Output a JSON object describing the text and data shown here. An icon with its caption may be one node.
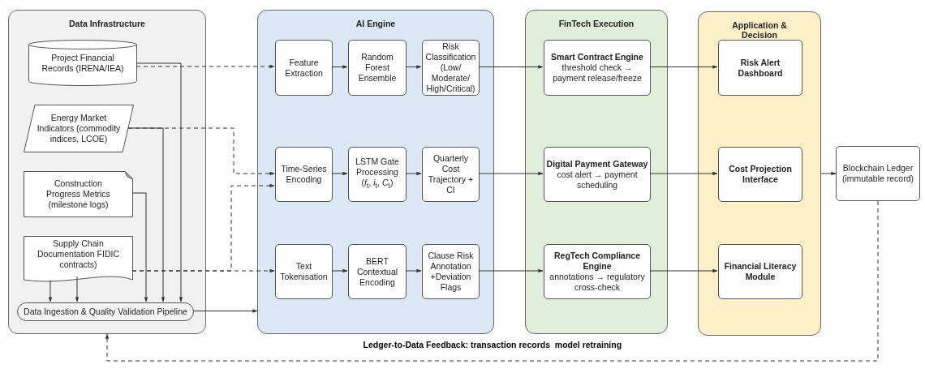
{
  "diagram": {
    "nodes": [
      {
        "text": [
          "Data Infrastructure"
        ]
      },
      {
        "text": [
          "Project Financial Records (IRENA/IEA)"
        ],
        "in": 0
      },
      {
        "text": [
          "Energy Market Indicators (commodity indices, LCOE)"
        ],
        "in": 0
      },
      {
        "text": [
          "Construction Progress Metrics (milestone logs)"
        ],
        "in": 0
      },
      {
        "text": [
          "Supply Chain Documentation FIDIC contracts)"
        ],
        "in": 0
      },
      {
        "text": [
          "Data Ingestion & Quality Validation Pipeline"
        ],
        "in": 0
      },
      {
        "text": [
          "AI Engine"
        ]
      },
      {
        "text": [
          "Feature Extraction"
        ],
        "in": 6
      },
      {
        "text": [
          "Random Forest Ensemble"
        ],
        "in": 6
      },
      {
        "text": [
          "Risk Classification (Low/ Moderate/ High/Critical)"
        ],
        "in": 6
      },
      {
        "text": [
          "Time-Series Encoding"
        ],
        "in": 6
      },
      {
        "text": [
          "LSTM Gate Processing (*f*$_{t}$, *i*$_{t}$, *C*$_{t}$)"
        ],
        "in": 6
      },
      {
        "text": [
          "Quarterly Cost Trajectory + CI"
        ],
        "in": 6
      },
      {
        "text": [
          "Text Tokenisation"
        ],
        "in": 6
      },
      {
        "text": [
          "BERT Contextual Encoding"
        ],
        "in": 6
      },
      {
        "text": [
          "Clause Risk Annotation +Deviation Flags"
        ],
        "in": 6
      },
      {
        "text": [
          "FinTech Execution"
        ]
      },
      {
        "text": [
          "Smart Contract Engine",
          "threshold check → payment release/freeze"
        ],
        "in": 16
      },
      {
        "text": [
          "Digital Payment Gateway",
          "cost alert → payment scheduling"
        ],
        "in": 16
      },
      {
        "text": [
          "RegTech Compliance Engine",
          "annotations → regulatory cross-check"
        ],
        "in": 16
      },
      {
        "text": [
          "Application & Decision"
        ]
      },
      {
        "text": [
          "Risk Alert Dashboard"
        ],
        "in": 20
      },
      {
        "text": [
          "Cost Projection Interface"
        ],
        "in": 20
      },
      {
        "text": [
          "Financial Literacy Module"
        ],
        "in": 20
      },
      {
        "text": [
          "Blockchain Ledger (immutable record)"
        ]
      }
    ],
    "edges": [
      {
        "from": 1,
        "to": 7,
        "arrow": "to",
        "style": "dashed"
      },
      {
        "from": 2,
        "to": 10,
        "arrow": "to",
        "style": "dashed"
      },
      {
        "from": 4,
        "to": 10,
        "arrow": "to",
        "style": "dashed"
      },
      {
        "from": 4,
        "to": 13,
        "arrow": "to",
        "style": "dashed"
      },
      {
        "from": 1,
        "to": 5,
        "arrow": "to"
      },
      {
        "from": 2,
        "to": 5,
        "arrow": "to"
      },
      {
        "from": 3,
        "to": 5,
        "arrow": "to"
      },
      {
        "from": 4,
        "to": 5,
        "arrow": "to"
      },
      {
        "from": 4,
        "to": 5,
        "arrow": "to"
      },
      {
        "from": 5,
        "to": 6,
        "arrow": "to"
      },
      {
        "from": 7,
        "to": 8,
        "arrow": "to"
      },
      {
        "from": 8,
        "to": 9,
        "arrow": "to"
      },
      {
        "from": 10,
        "to": 11,
        "arrow": "to"
      },
      {
        "from": 11,
        "to": 12,
        "arrow": "to"
      },
      {
        "from": 13,
        "to": 14,
        "arrow": "to"
      },
      {
        "from": 14,
        "to": 15,
        "arrow": "to"
      },
      {
        "from": 9,
        "to": 17,
        "arrow": "to"
      },
      {
        "from": 12,
        "to": 18,
        "arrow": "to"
      },
      {
        "from": 15,
        "to": 19,
        "arrow": "to"
      },
      {
        "from": 17,
        "to": 21,
        "arrow": "to"
      },
      {
        "from": 18,
        "to": 22,
        "arrow": "to"
      },
      {
        "from": 19,
        "to": 23,
        "arrow": "to"
      },
      {
        "from": 20,
        "to": 24,
        "arrow": "to"
      },
      {
        "from": 24,
        "to": 0,
        "arrow": "to",
        "style": "dashed",
        "label": "Ledger-to-Data Feedback: transaction records  model retraining"
      }
    ]
  }
}
